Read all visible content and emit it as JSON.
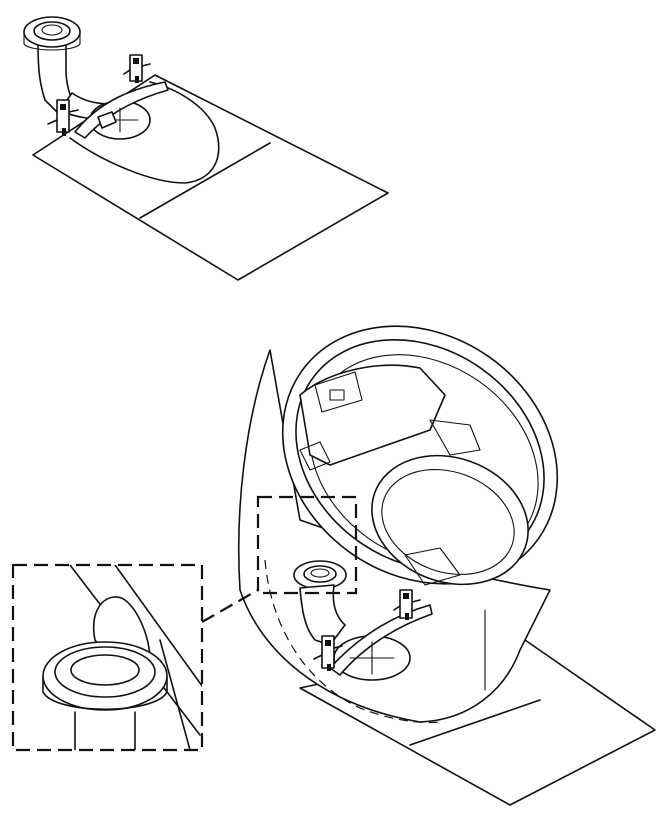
{
  "diagram": {
    "colors": {
      "line": "#111111",
      "background": "#ffffff"
    },
    "steps": [
      {
        "id": "step-1",
        "parts": [
          "floor-panel",
          "outlet-pipe",
          "floor-flange",
          "mounting-bracket-left",
          "mounting-bracket-right"
        ]
      },
      {
        "id": "step-2",
        "parts": [
          "floor-panel",
          "toilet-bowl-shell",
          "outlet-pipe",
          "floor-flange",
          "mounting-bracket-left",
          "mounting-bracket-right"
        ]
      }
    ],
    "callout": {
      "shows": "outlet-seal-detail"
    }
  }
}
